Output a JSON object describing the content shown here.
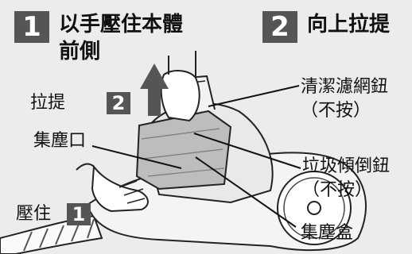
{
  "steps": [
    {
      "number": "1",
      "title_line1": "以手壓住本體",
      "title_line2": "前側"
    },
    {
      "number": "2",
      "title_line1": "向上拉提"
    }
  ],
  "callouts": {
    "lift": {
      "text": "拉提",
      "badge": "2"
    },
    "press": {
      "text": "壓住",
      "badge": "1"
    },
    "dust_inlet": "集塵口",
    "filter_button": {
      "line1": "清潔濾網鈕",
      "line2": "（不按）"
    },
    "dump_button": {
      "line1": "垃圾傾倒鈕",
      "line2": "（不按）"
    },
    "dust_box": "集塵盒"
  }
}
